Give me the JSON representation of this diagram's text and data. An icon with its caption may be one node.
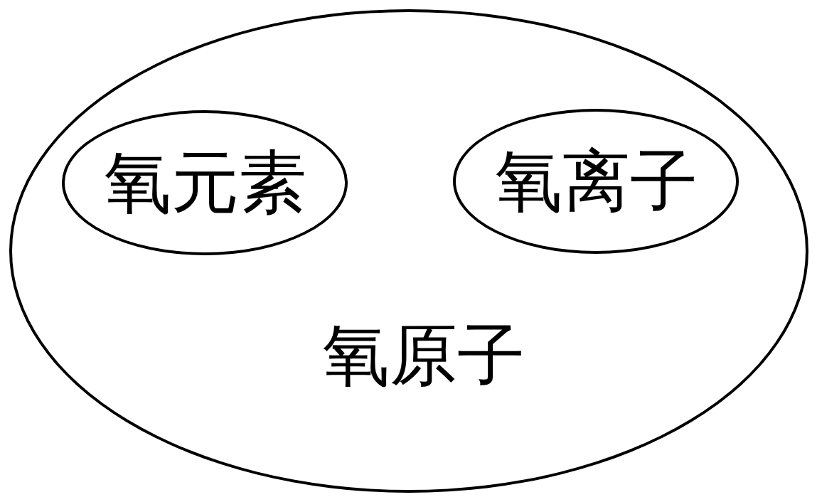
{
  "diagram": {
    "nodes": [
      {
        "text": [
          "氧原子"
        ]
      },
      {
        "text": [
          "氧元素"
        ],
        "in": 0
      },
      {
        "text": [
          "氧离子"
        ],
        "in": 0
      }
    ]
  }
}
